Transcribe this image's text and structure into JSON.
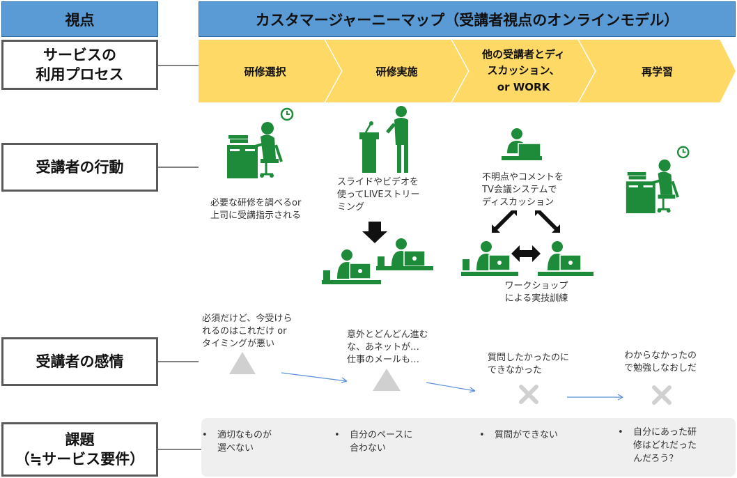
{
  "header": {
    "left_title": "視点",
    "main_title": "カスタマージャーニーマップ（受講者視点のオンラインモデル）"
  },
  "rows": {
    "process": [
      "サービスの",
      "利用プロセス"
    ],
    "behavior": "受講者の行動",
    "emotion": "受講者の感情",
    "issues": [
      "課題",
      "（≒サービス要件）"
    ]
  },
  "stages": [
    "研修選択",
    "研修実施",
    [
      "他の受講者とディ",
      "スカッション、",
      "or WORK"
    ],
    "再学習"
  ],
  "behavior": {
    "s1": [
      "必要な研修を調べるor",
      "上司に受講指示される"
    ],
    "s2": [
      "スライドやビデオを",
      "使ってLIVEストリー",
      "ミング"
    ],
    "s3_top": [
      "不明点やコメントを",
      "TV会議システムで",
      "ディスカッション"
    ],
    "s3_bottom": [
      "ワークショップ",
      "による実技訓練"
    ]
  },
  "emotion": {
    "s1": [
      "必須だけど、今受けら",
      "れるのはこれだけ or",
      "タイミングが悪い"
    ],
    "s2": [
      "意外とどんどん進む",
      "な、あネットが…",
      "仕事のメールも…"
    ],
    "s3": [
      "質問したかったのに",
      "できなかった"
    ],
    "s4": [
      "わからなかったの",
      "で勉強しなおしだ"
    ]
  },
  "issues": {
    "s1": [
      "適切なものが",
      "選べない"
    ],
    "s2": [
      "自分のペースに",
      "合わない"
    ],
    "s3": [
      "質問ができない"
    ],
    "s4": [
      "自分にあった研",
      "修はどれだった",
      "んだろう？"
    ]
  },
  "colors": {
    "header_blue": "#5b9bd5",
    "chevron_yellow": "#ffd966",
    "icon_green": "#1e8b3a",
    "neutral_gray": "#d0d0d0",
    "arrow_blue": "#5b8fd8"
  }
}
